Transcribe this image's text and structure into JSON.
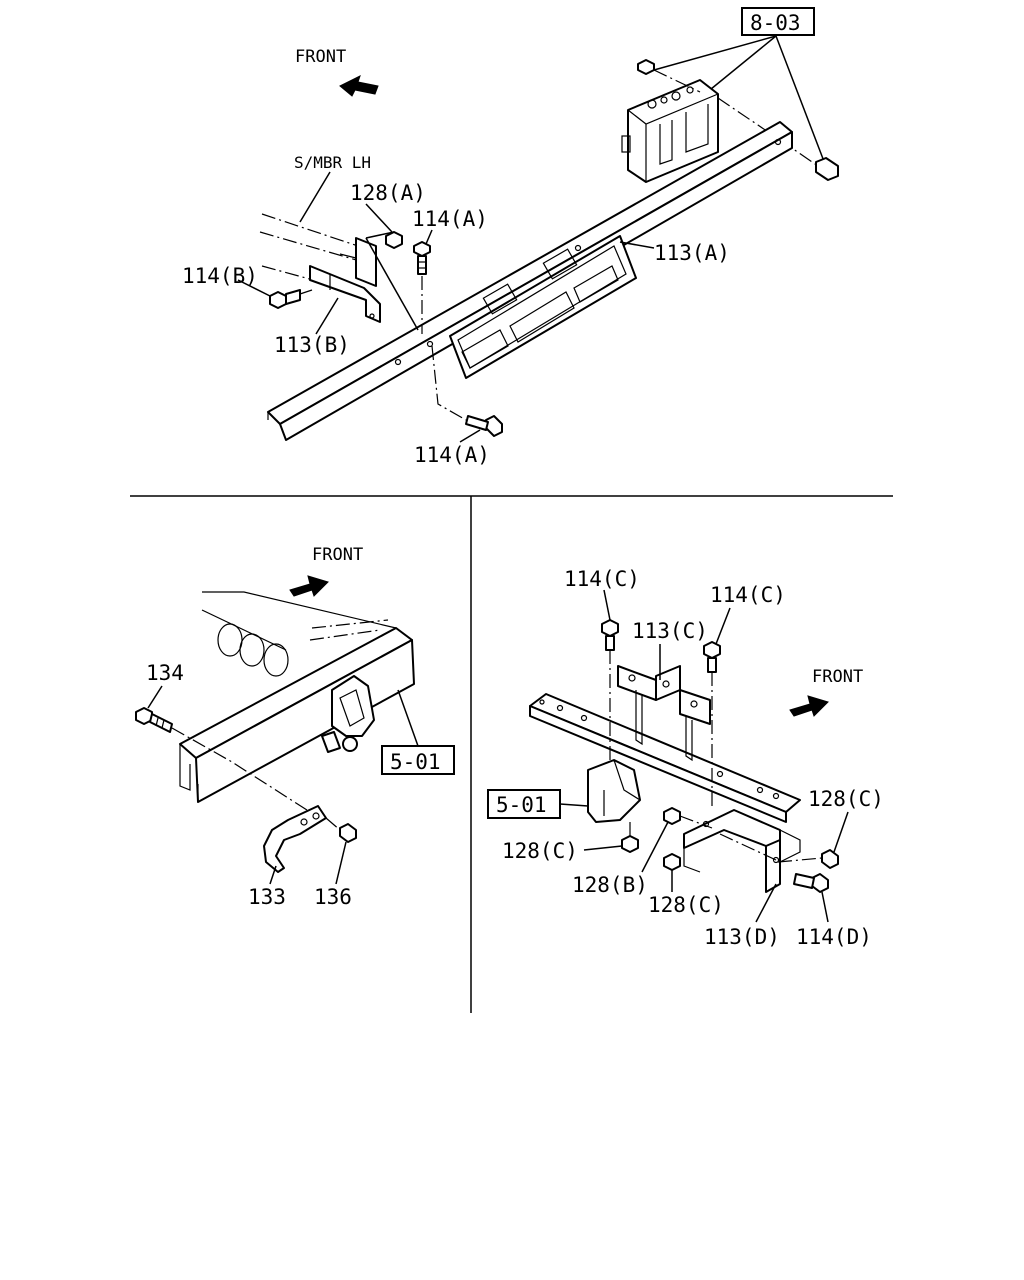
{
  "top": {
    "front": "FRONT",
    "ref_box": "8-03",
    "labels": {
      "s_mbr": "S/MBR LH",
      "p128a": "128(A)",
      "p114a_top": "114(A)",
      "p114b": "114(B)",
      "p113b": "113(B)",
      "p113a": "113(A)",
      "p114a_bottom": "114(A)"
    }
  },
  "bottom_left": {
    "front": "FRONT",
    "ref_box": "5-01",
    "labels": {
      "p134": "134",
      "p133": "133",
      "p136": "136"
    }
  },
  "bottom_right": {
    "front": "FRONT",
    "ref_box": "5-01",
    "labels": {
      "p114c_left": "114(C)",
      "p113c": "113(C)",
      "p114c_right": "114(C)",
      "p128c_right": "128(C)",
      "p128c_left": "128(C)",
      "p128b": "128(B)",
      "p128c_mid": "128(C)",
      "p113d": "113(D)",
      "p114d": "114(D)"
    }
  }
}
